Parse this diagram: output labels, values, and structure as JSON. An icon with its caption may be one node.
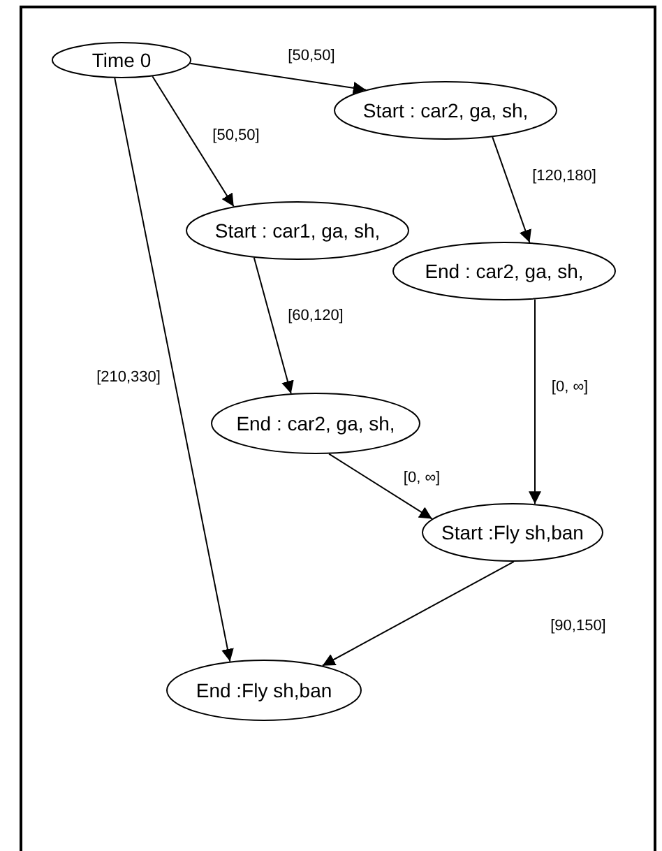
{
  "diagram": {
    "nodes": [
      {
        "text": [
          "Time 0"
        ]
      },
      {
        "text": [
          "Start : car2, ga, sh,"
        ]
      },
      {
        "text": [
          "Start : car1, ga, sh,"
        ]
      },
      {
        "text": [
          "End : car2, ga, sh,"
        ]
      },
      {
        "text": [
          "End : car2, ga, sh,"
        ]
      },
      {
        "text": [
          "Start :Fly sh,ban"
        ]
      },
      {
        "text": [
          "End :Fly sh,ban"
        ]
      }
    ],
    "edges": [
      {
        "from": 0,
        "to": 1,
        "arrow": "to",
        "label": "[50,50]"
      },
      {
        "from": 0,
        "to": 2,
        "arrow": "to",
        "label": "[50,50]"
      },
      {
        "from": 0,
        "to": 6,
        "arrow": "to",
        "label": "[210,330]"
      },
      {
        "from": 1,
        "to": 3,
        "arrow": "to",
        "label": "[120,180]"
      },
      {
        "from": 2,
        "to": 4,
        "arrow": "to",
        "label": "[60,120]"
      },
      {
        "from": 3,
        "to": 5,
        "arrow": "to",
        "label": "[0, ∞]"
      },
      {
        "from": 4,
        "to": 5,
        "arrow": "to",
        "label": "[0, ∞]"
      },
      {
        "from": 5,
        "to": 6,
        "arrow": "to",
        "label": "[90,150]"
      }
    ]
  }
}
